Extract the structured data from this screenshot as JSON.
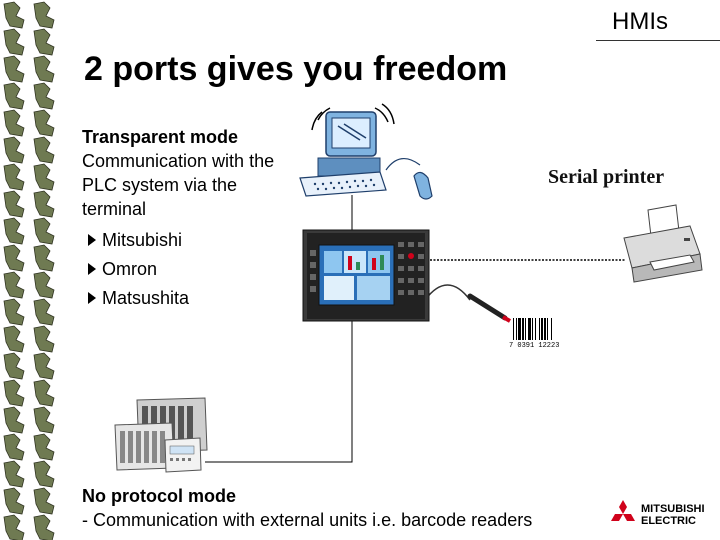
{
  "header": {
    "section": "HMIs"
  },
  "title": "2 ports gives you freedom",
  "transparent": {
    "heading": "Transparent mode",
    "description": "Communication with the PLC system via the terminal",
    "items": [
      "Mitsubishi",
      "Omron",
      "Matsushita"
    ]
  },
  "printer": {
    "label": "Serial printer"
  },
  "barcode": {
    "digits": "7 0391 12223"
  },
  "no_protocol": {
    "heading": "No protocol mode",
    "description": "- Communication with external units i.e. barcode readers"
  },
  "logo": {
    "line1": "MITSUBISHI",
    "line2": "ELECTRIC"
  },
  "colors": {
    "logo_red": "#d0021b",
    "screen_blue": "#2a6fb8",
    "border_green": "#6f7a52"
  }
}
